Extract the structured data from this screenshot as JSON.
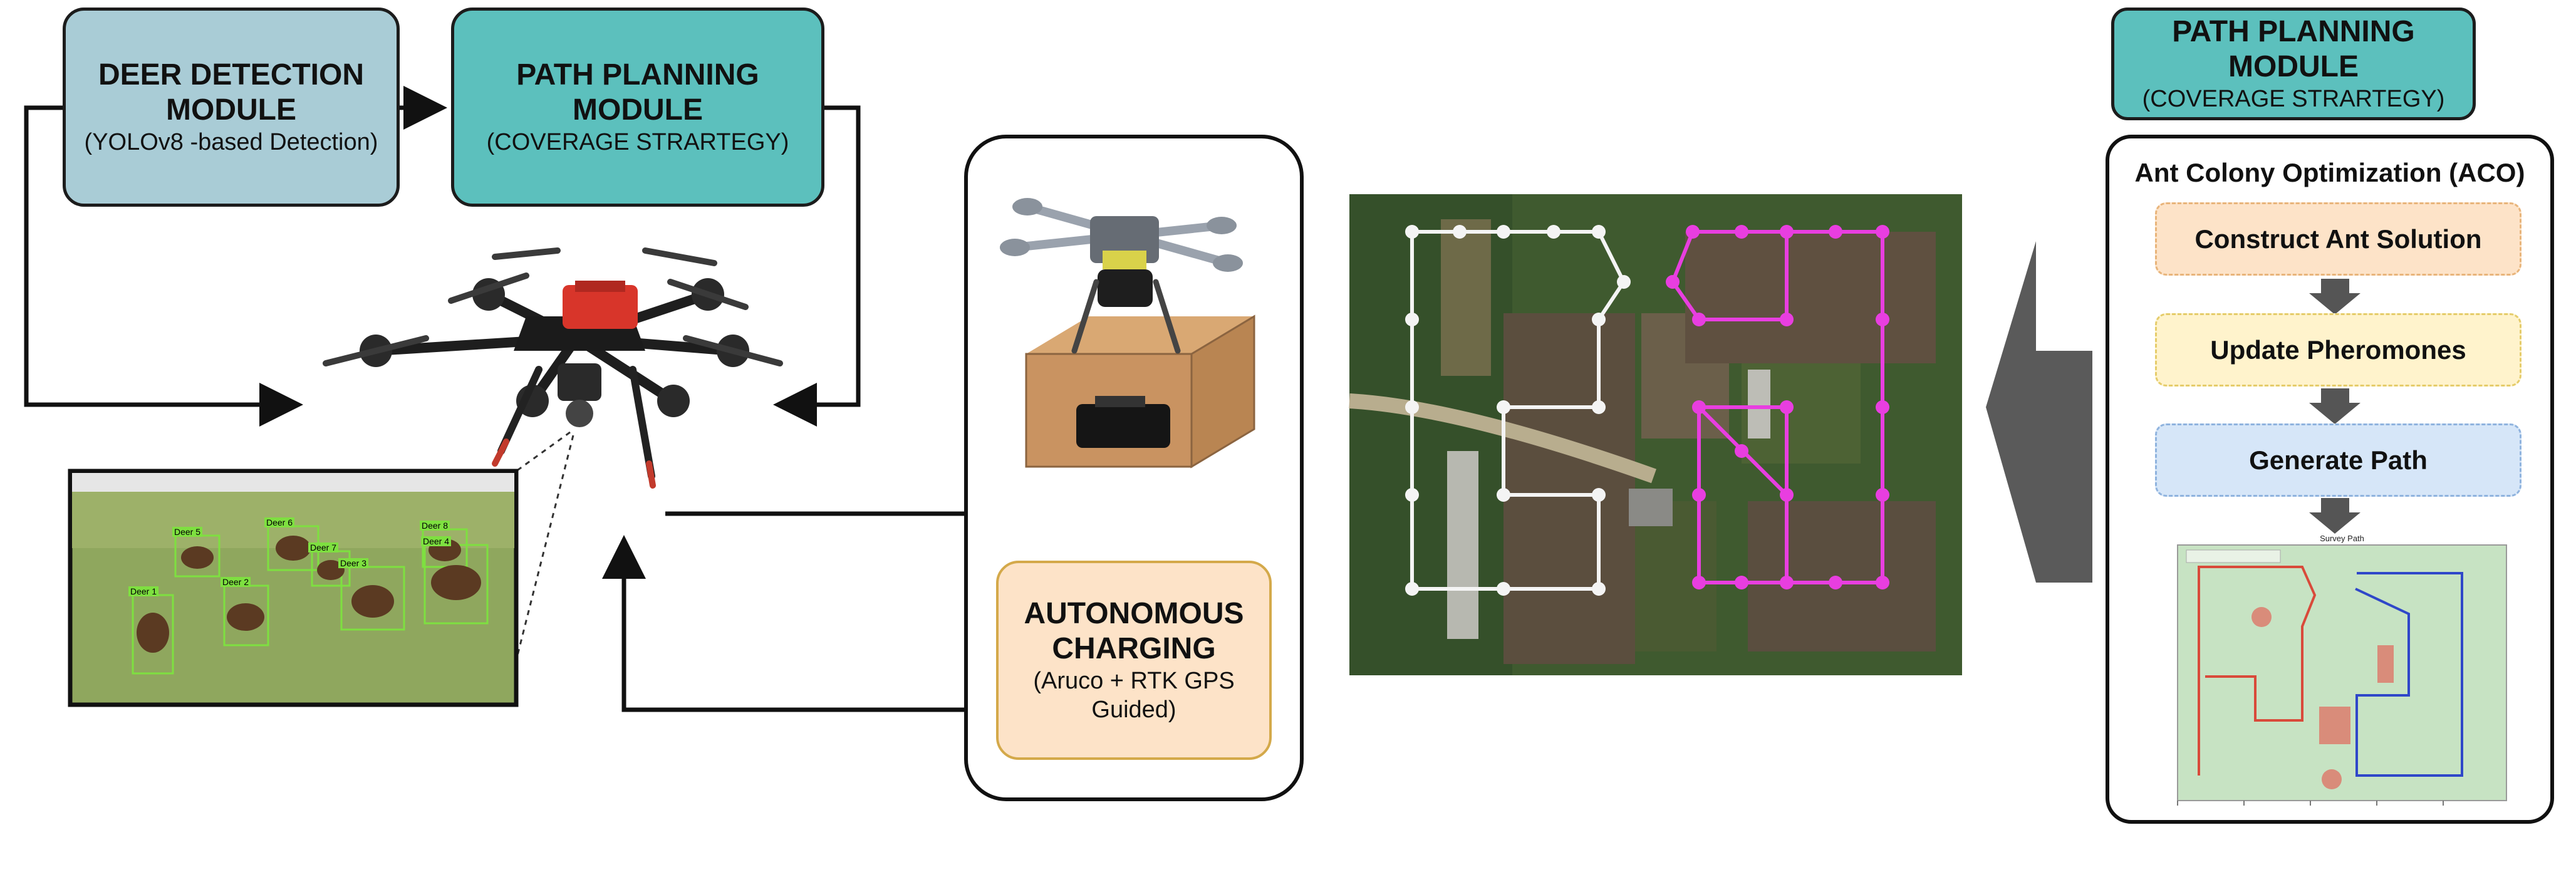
{
  "modules": {
    "deer_detection": {
      "title": "DEER DETECTION\nMODULE",
      "subtitle": "(YOLOv8 -based Detection)",
      "color": "#a9ccd6"
    },
    "path_planning": {
      "title": "PATH PLANNING\nMODULE",
      "subtitle": "(COVERAGE STRARTEGY)",
      "color": "#5cc0bd"
    },
    "path_planning_right": {
      "title": "PATH PLANNING MODULE",
      "subtitle": "(COVERAGE STRARTEGY)",
      "color": "#5cc0bd"
    },
    "charging": {
      "title": "AUTONOMOUS\nCHARGING",
      "subtitle": "(Aruco + RTK GPS\nGuided)",
      "color": "#fde3c8"
    }
  },
  "detection_labels": [
    "Deer 1",
    "Deer 2",
    "Deer 3",
    "Deer 4",
    "Deer 5",
    "Deer 6",
    "Deer 7",
    "Deer 8"
  ],
  "aco": {
    "title": "Ant Colony Optimization (ACO)",
    "steps": [
      {
        "label": "Construct Ant Solution",
        "fill": "#fde3c8",
        "border": "#e8b47a"
      },
      {
        "label": "Update Pheromones",
        "fill": "#fff3cc",
        "border": "#e5cc6a"
      },
      {
        "label": "Generate Path",
        "fill": "#d6e6f8",
        "border": "#8fb3de"
      }
    ],
    "plot_title": "Survey Path"
  },
  "colors": {
    "route_white": "#f4f4f4",
    "route_magenta": "#e83ee0",
    "plot_bg": "#c7e3c3",
    "plot_red": "#d94a3a",
    "plot_blue": "#2f47c9"
  }
}
